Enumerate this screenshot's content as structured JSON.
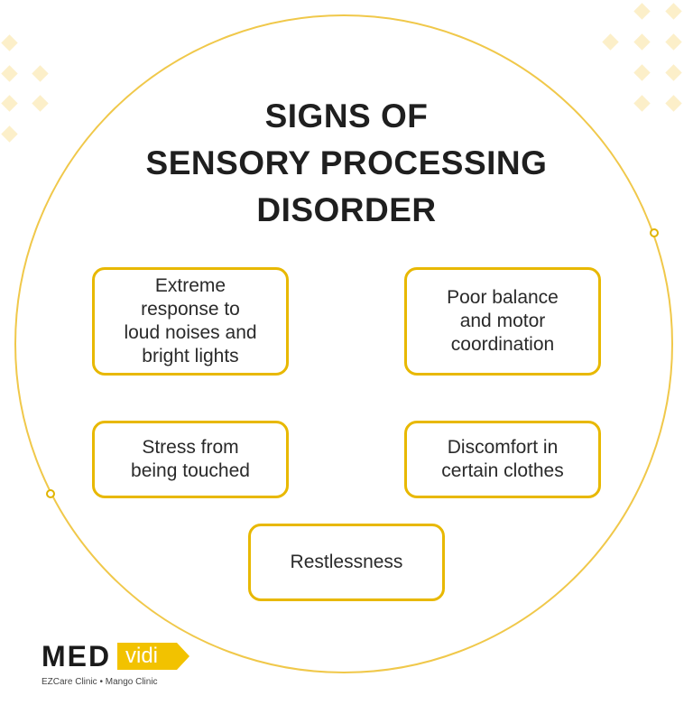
{
  "title": {
    "line1": "SIGNS OF",
    "line2": "SENSORY PROCESSING",
    "line3": "DISORDER"
  },
  "cards": [
    {
      "text": "Extreme\nresponse to\nloud noises and\nbright lights"
    },
    {
      "text": "Poor balance\nand motor\ncoordination"
    },
    {
      "text": "Stress from\nbeing touched"
    },
    {
      "text": "Discomfort in\ncertain clothes"
    },
    {
      "text": "Restlessness"
    }
  ],
  "logo": {
    "main": "MED",
    "tag": "vidi",
    "subtitle": "EZCare Clinic • Mango Clinic"
  },
  "colors": {
    "accent": "#e8b800",
    "circle": "#f0c84a",
    "pattern": "#fcefc9",
    "text": "#222222"
  }
}
